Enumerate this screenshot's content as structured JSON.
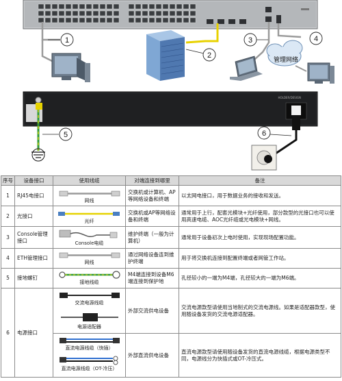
{
  "figure": {
    "callouts": [
      "1",
      "2",
      "3",
      "4",
      "5",
      "6"
    ],
    "cloud_label": "管理网络",
    "panel_label": "HOLDER/DESIGN"
  },
  "table": {
    "headers": [
      "序号",
      "设备接口",
      "使用线缆",
      "对端连接到哪里",
      "备注"
    ],
    "rows": [
      {
        "no": "1",
        "port": "RJ45电接口",
        "cable_labels": [
          "网线"
        ],
        "peer": "交换机或计算机、AP等网络设备和终端",
        "note": "以太网电接口，用于数据业务的接收和发送。"
      },
      {
        "no": "2",
        "port": "光接口",
        "cable_labels": [
          "光纤"
        ],
        "peer": "交换机或AP等网络设备和终端",
        "note": "通常用于上行，配套光模块+光纤使用，部分款型的光接口也可以使用高速电缆、AOC光纤缆或光电模块+网线。"
      },
      {
        "no": "3",
        "port": "Console管理接口",
        "cable_labels": [
          "Console电缆"
        ],
        "peer": "维护终端（一般为计算机）",
        "note": "通常用于设备初次上电时使用，实现现场配置功能。"
      },
      {
        "no": "4",
        "port": "ETH管理接口",
        "cable_labels": [
          "网线"
        ],
        "peer": "通过网络设备连到维护终端",
        "note": "用于将交换机连接到配置终端或者网管工作站。"
      },
      {
        "no": "5",
        "port": "接地螺钉",
        "cable_labels": [
          "接地线缆"
        ],
        "peer": "M4端连接到设备M6端连接到保护地",
        "note": "孔径较小的一端为M4端，孔径较大的一端为M6端。"
      },
      {
        "no": "6",
        "port": "电源接口",
        "cable_labels": [
          "交流电源线缆",
          "电源适配器",
          "直流电源线缆（快插）",
          "直流电源线缆（OT-冷压）"
        ],
        "peer_ac": "外部交流供电设备",
        "note_ac": "交流电源款型请使用当地制式的交流电源线。如果是适配器款型，使用随设备发货的交流电源适配器。",
        "peer_dc": "外部直流供电设备",
        "note_dc": "直流电源款型请使用随设备发货的直流电源线缆，根据电源类型不同，电源线分为快插式或OT-冷压式。"
      }
    ]
  }
}
